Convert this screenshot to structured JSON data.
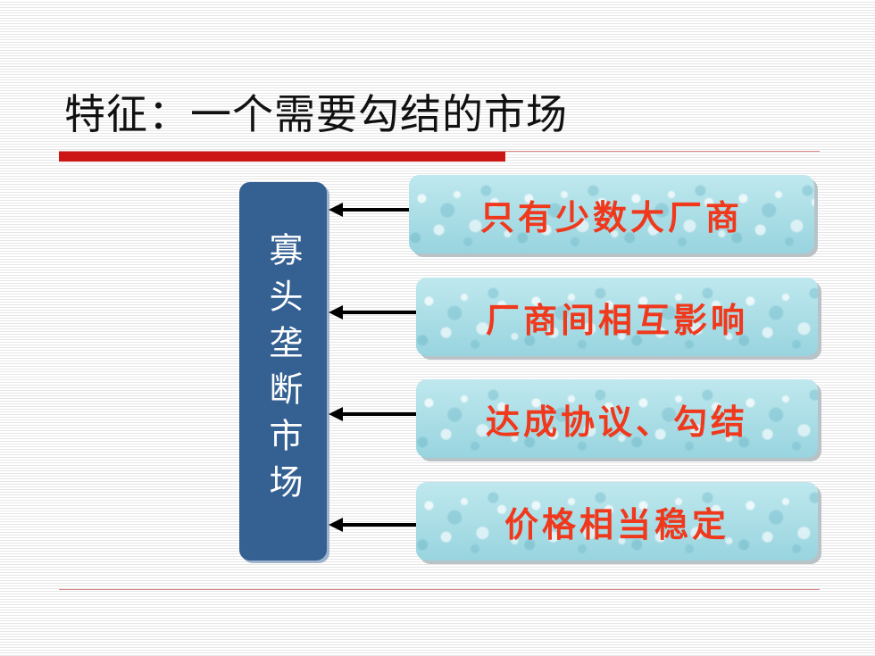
{
  "slide": {
    "title": "特征：一个需要勾结的市场"
  },
  "diagram": {
    "center": {
      "label": "寡头垄断市场"
    },
    "features": [
      {
        "label": "只有少数大厂商"
      },
      {
        "label": "厂商间相互影响"
      },
      {
        "label": "达成协议、勾结"
      },
      {
        "label": "价格相当稳定"
      }
    ]
  }
}
